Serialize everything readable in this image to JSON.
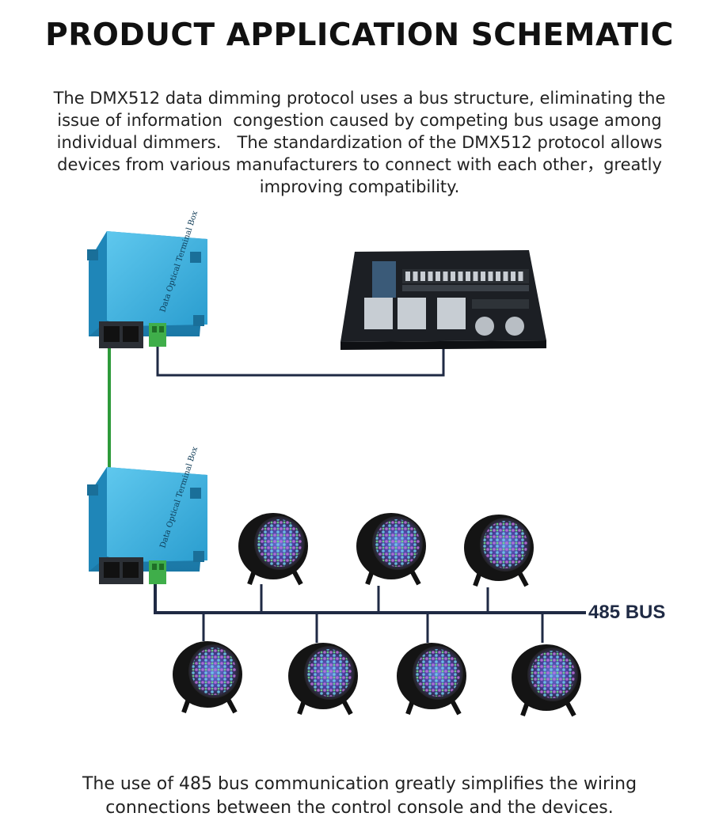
{
  "title": "PRODUCT APPLICATION SCHEMATIC",
  "intro_lines": [
    "The DMX512 data dimming protocol uses a bus structure, eliminating the",
    "issue of information  congestion caused by competing bus usage among",
    "individual dimmers.   The standardization of the DMX512 protocol allows",
    "devices from various manufacturers to connect with each other，greatly",
    "improving compatibility."
  ],
  "device_label": "Data Optical Terminal Box",
  "bus_label": "485 BUS",
  "footer_lines": [
    "The use of 485 bus communication greatly simplifies the wiring",
    "connections between the control console and the devices."
  ],
  "colors": {
    "device_blue": "#2ea8d8",
    "bus_line": "#1f2a44",
    "fiber_green": "#2e9a3a",
    "console": "#1c1f24"
  }
}
